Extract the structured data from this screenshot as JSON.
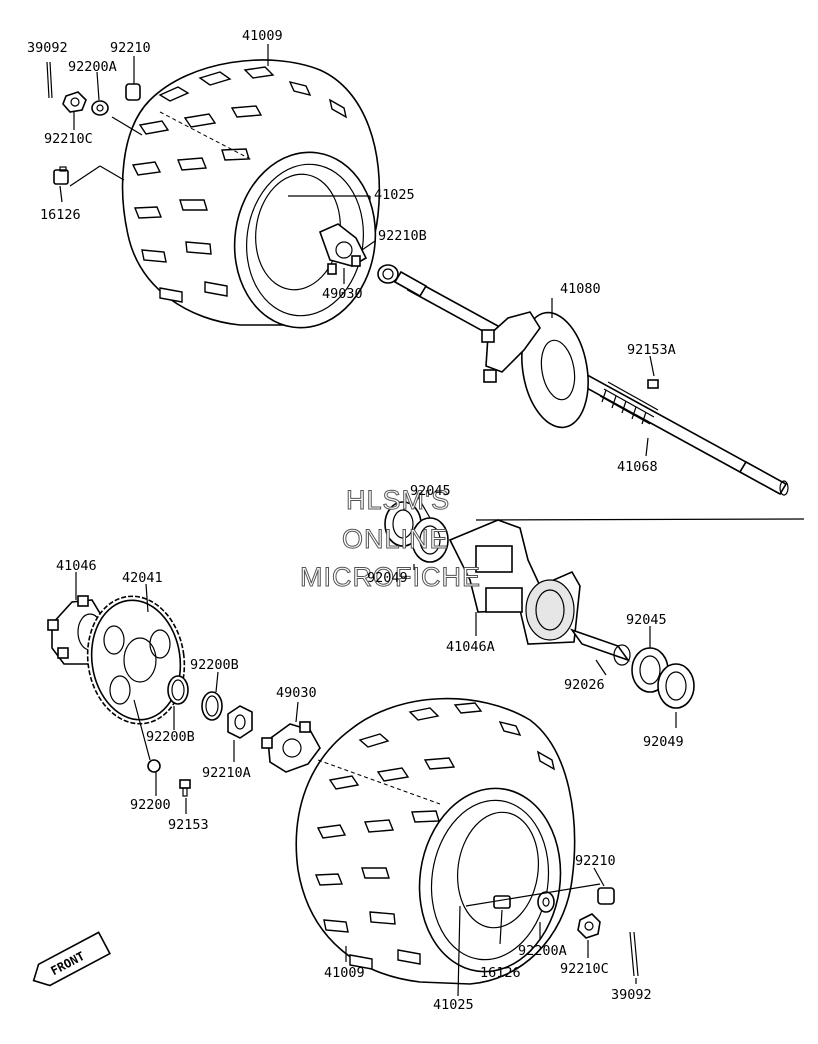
{
  "watermark": {
    "line1": "HLSM'S",
    "line2": "ONLINE",
    "line3": "MICROFICHE"
  },
  "front_badge": "FRONT",
  "callouts": {
    "top_39092": "39092",
    "top_92210": "92210",
    "top_41009": "41009",
    "top_92200A": "92200A",
    "top_92210C": "92210C",
    "top_16126": "16126",
    "top_41025": "41025",
    "top_92210B": "92210B",
    "top_49030": "49030",
    "axle_41080": "41080",
    "axle_92153A": "92153A",
    "axle_41068": "41068",
    "carrier_92045_a": "92045",
    "carrier_92049_a": "92049",
    "carrier_41046A": "41046A",
    "carrier_92045_b": "92045",
    "carrier_92026": "92026",
    "carrier_92049_b": "92049",
    "hub_41046": "41046",
    "sprocket_42041": "42041",
    "spacer_92200B_a": "92200B",
    "spacer_92200B_b": "92200B",
    "nut_92210A": "92210A",
    "bot_49030": "49030",
    "washer_92200": "92200",
    "bolt_92153": "92153",
    "bot_92210": "92210",
    "bot_92200A": "92200A",
    "bot_16126": "16126",
    "bot_92210C": "92210C",
    "bot_41009": "41009",
    "bot_41025": "41025",
    "bot_39092": "39092"
  }
}
